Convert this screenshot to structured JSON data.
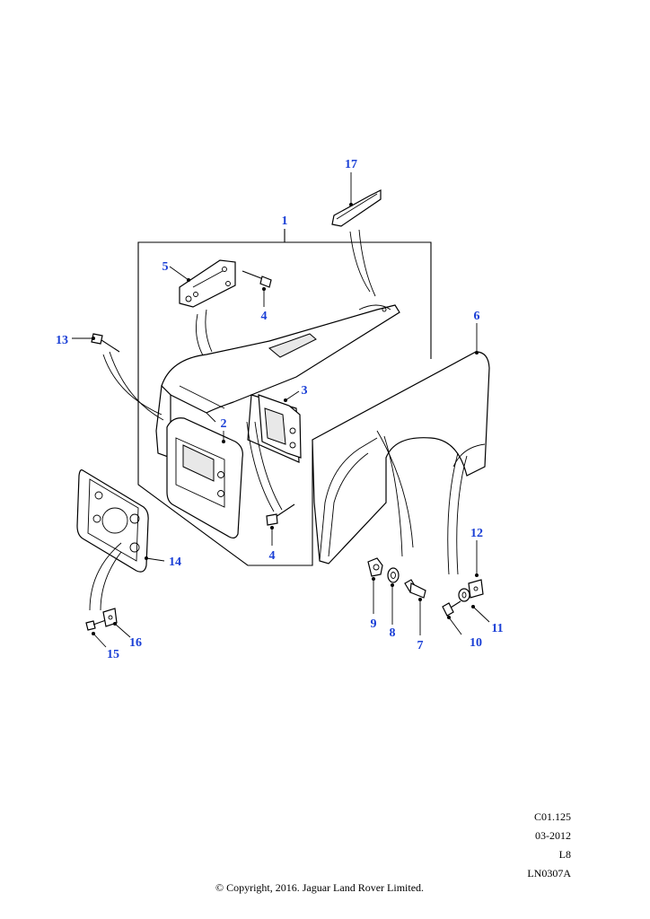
{
  "callouts": {
    "c1": "1",
    "c2": "2",
    "c3": "3",
    "c4a": "4",
    "c4b": "4",
    "c5": "5",
    "c6": "6",
    "c7": "7",
    "c8": "8",
    "c9": "9",
    "c10": "10",
    "c11": "11",
    "c12": "12",
    "c13": "13",
    "c14": "14",
    "c15": "15",
    "c16": "16",
    "c17": "17"
  },
  "reference": {
    "code": "C01.125",
    "date": "03-2012",
    "level": "L8",
    "drawing": "LN0307A"
  },
  "copyright": "© Copyright, 2016. Jaguar Land Rover Limited.",
  "colors": {
    "callout": "#1a3fd6",
    "line": "#000000"
  }
}
